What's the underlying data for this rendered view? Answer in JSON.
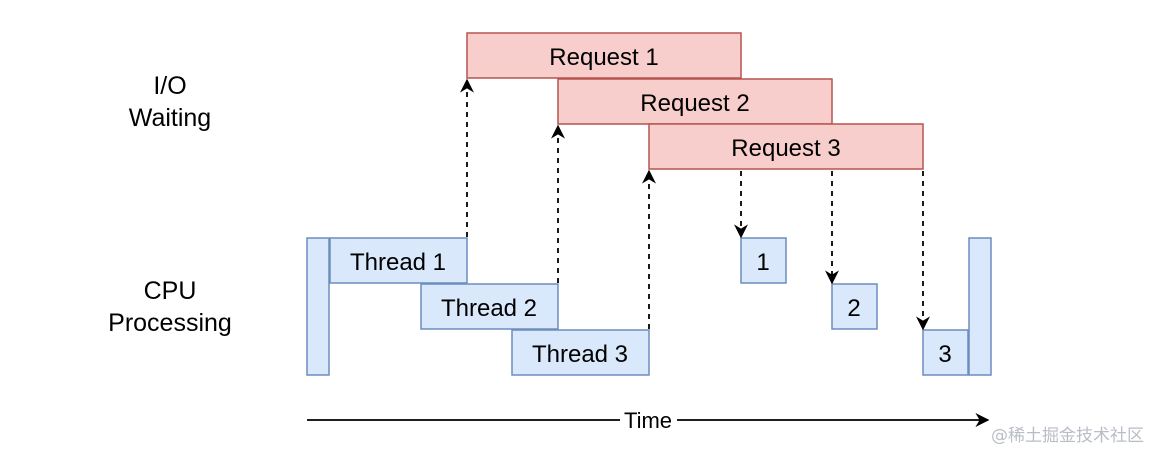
{
  "lanes": {
    "io_line1": "I/O",
    "io_line2": "Waiting",
    "cpu_line1": "CPU",
    "cpu_line2": "Processing"
  },
  "requests": [
    {
      "id": "req1",
      "label": "Request 1"
    },
    {
      "id": "req2",
      "label": "Request 2"
    },
    {
      "id": "req3",
      "label": "Request 3"
    }
  ],
  "threads": [
    {
      "id": "thread1",
      "label": "Thread 1"
    },
    {
      "id": "thread2",
      "label": "Thread 2"
    },
    {
      "id": "thread3",
      "label": "Thread 3"
    }
  ],
  "callbacks": [
    {
      "id": "cb1",
      "label": "1"
    },
    {
      "id": "cb2",
      "label": "2"
    },
    {
      "id": "cb3",
      "label": "3"
    }
  ],
  "axis": {
    "label": "Time"
  },
  "watermark": "@稀土掘金技术社区",
  "colors": {
    "request_fill": "#f8cecc",
    "request_stroke": "#b85450",
    "cpu_fill": "#dae8fc",
    "cpu_stroke": "#6c8ebf",
    "arrow": "#000000"
  }
}
